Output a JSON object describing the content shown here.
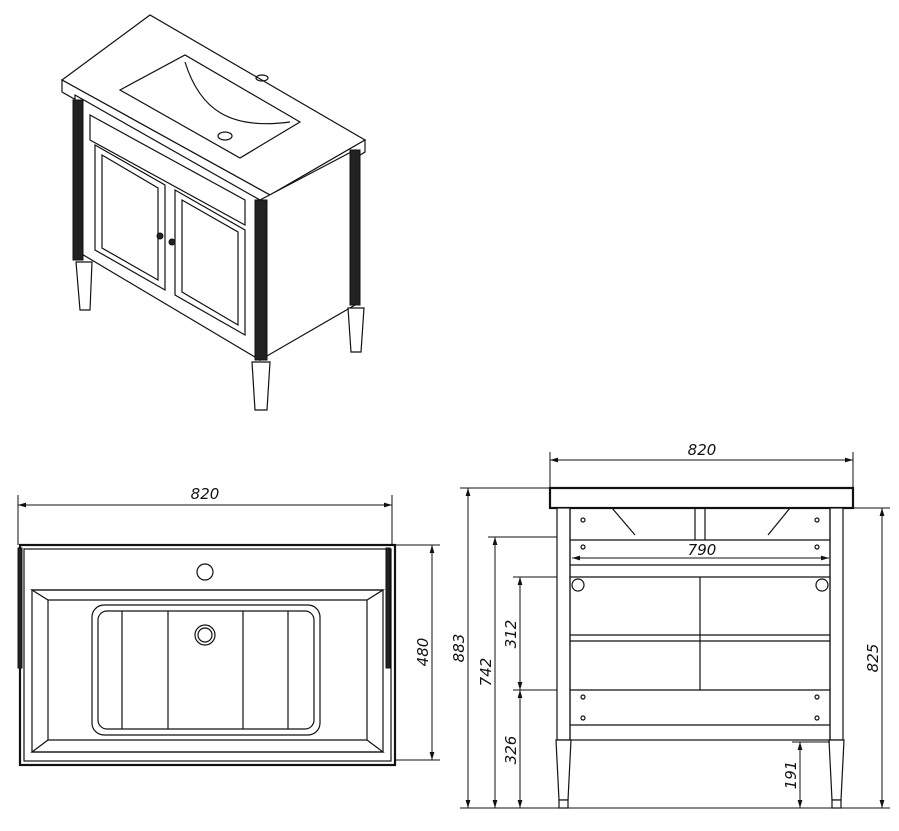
{
  "top_view": {
    "width_label": "820",
    "depth_label": "480"
  },
  "front_view": {
    "width_label": "820",
    "inner_width_label": "790",
    "total_height_label": "883",
    "frame_height_label": "742",
    "upper_opening_label": "312",
    "lower_section_label": "326",
    "body_height_label": "825",
    "leg_height_label": "191"
  }
}
